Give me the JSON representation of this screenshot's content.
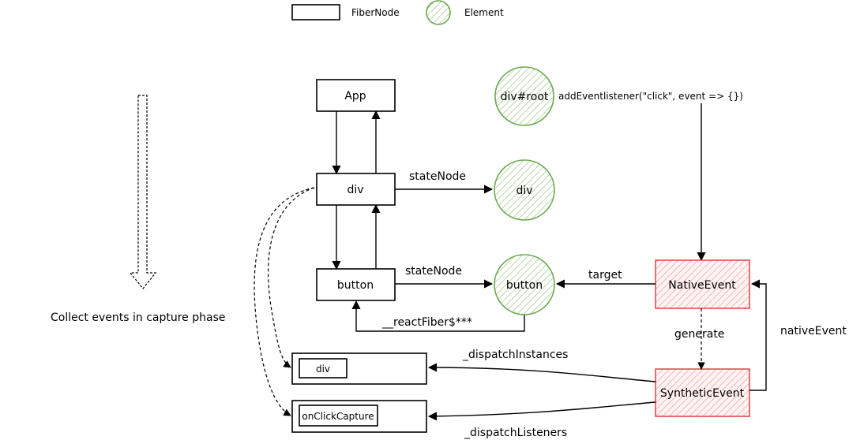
{
  "legend": {
    "fiber_node": "FiberNode",
    "element": "Element"
  },
  "side_note": "Collect events in capture phase",
  "nodes": {
    "app": "App",
    "div_fiber": "div",
    "button_fiber": "button",
    "root_element": "div#root",
    "div_element": "div",
    "button_element": "button",
    "native_event": "NativeEvent",
    "synthetic_event": "SyntheticEvent",
    "dispatch_instances_item": "div",
    "dispatch_listeners_item": "onClickCapture"
  },
  "edge_labels": {
    "add_listener": "addEventlistener(\"click\", event => {})",
    "state_node_div": "stateNode",
    "state_node_button": "stateNode",
    "react_fiber": "__reactFiber$***",
    "target": "target",
    "generate": "generate",
    "native_event": "nativeEvent",
    "dispatch_instances": "_dispatchInstances",
    "dispatch_listeners": "_dispatchListeners"
  },
  "colors": {
    "element_stroke": "#6aa84f",
    "element_fill": "#b6d7a8",
    "event_stroke": "#d9534f",
    "event_fill": "#f4b6b6"
  }
}
